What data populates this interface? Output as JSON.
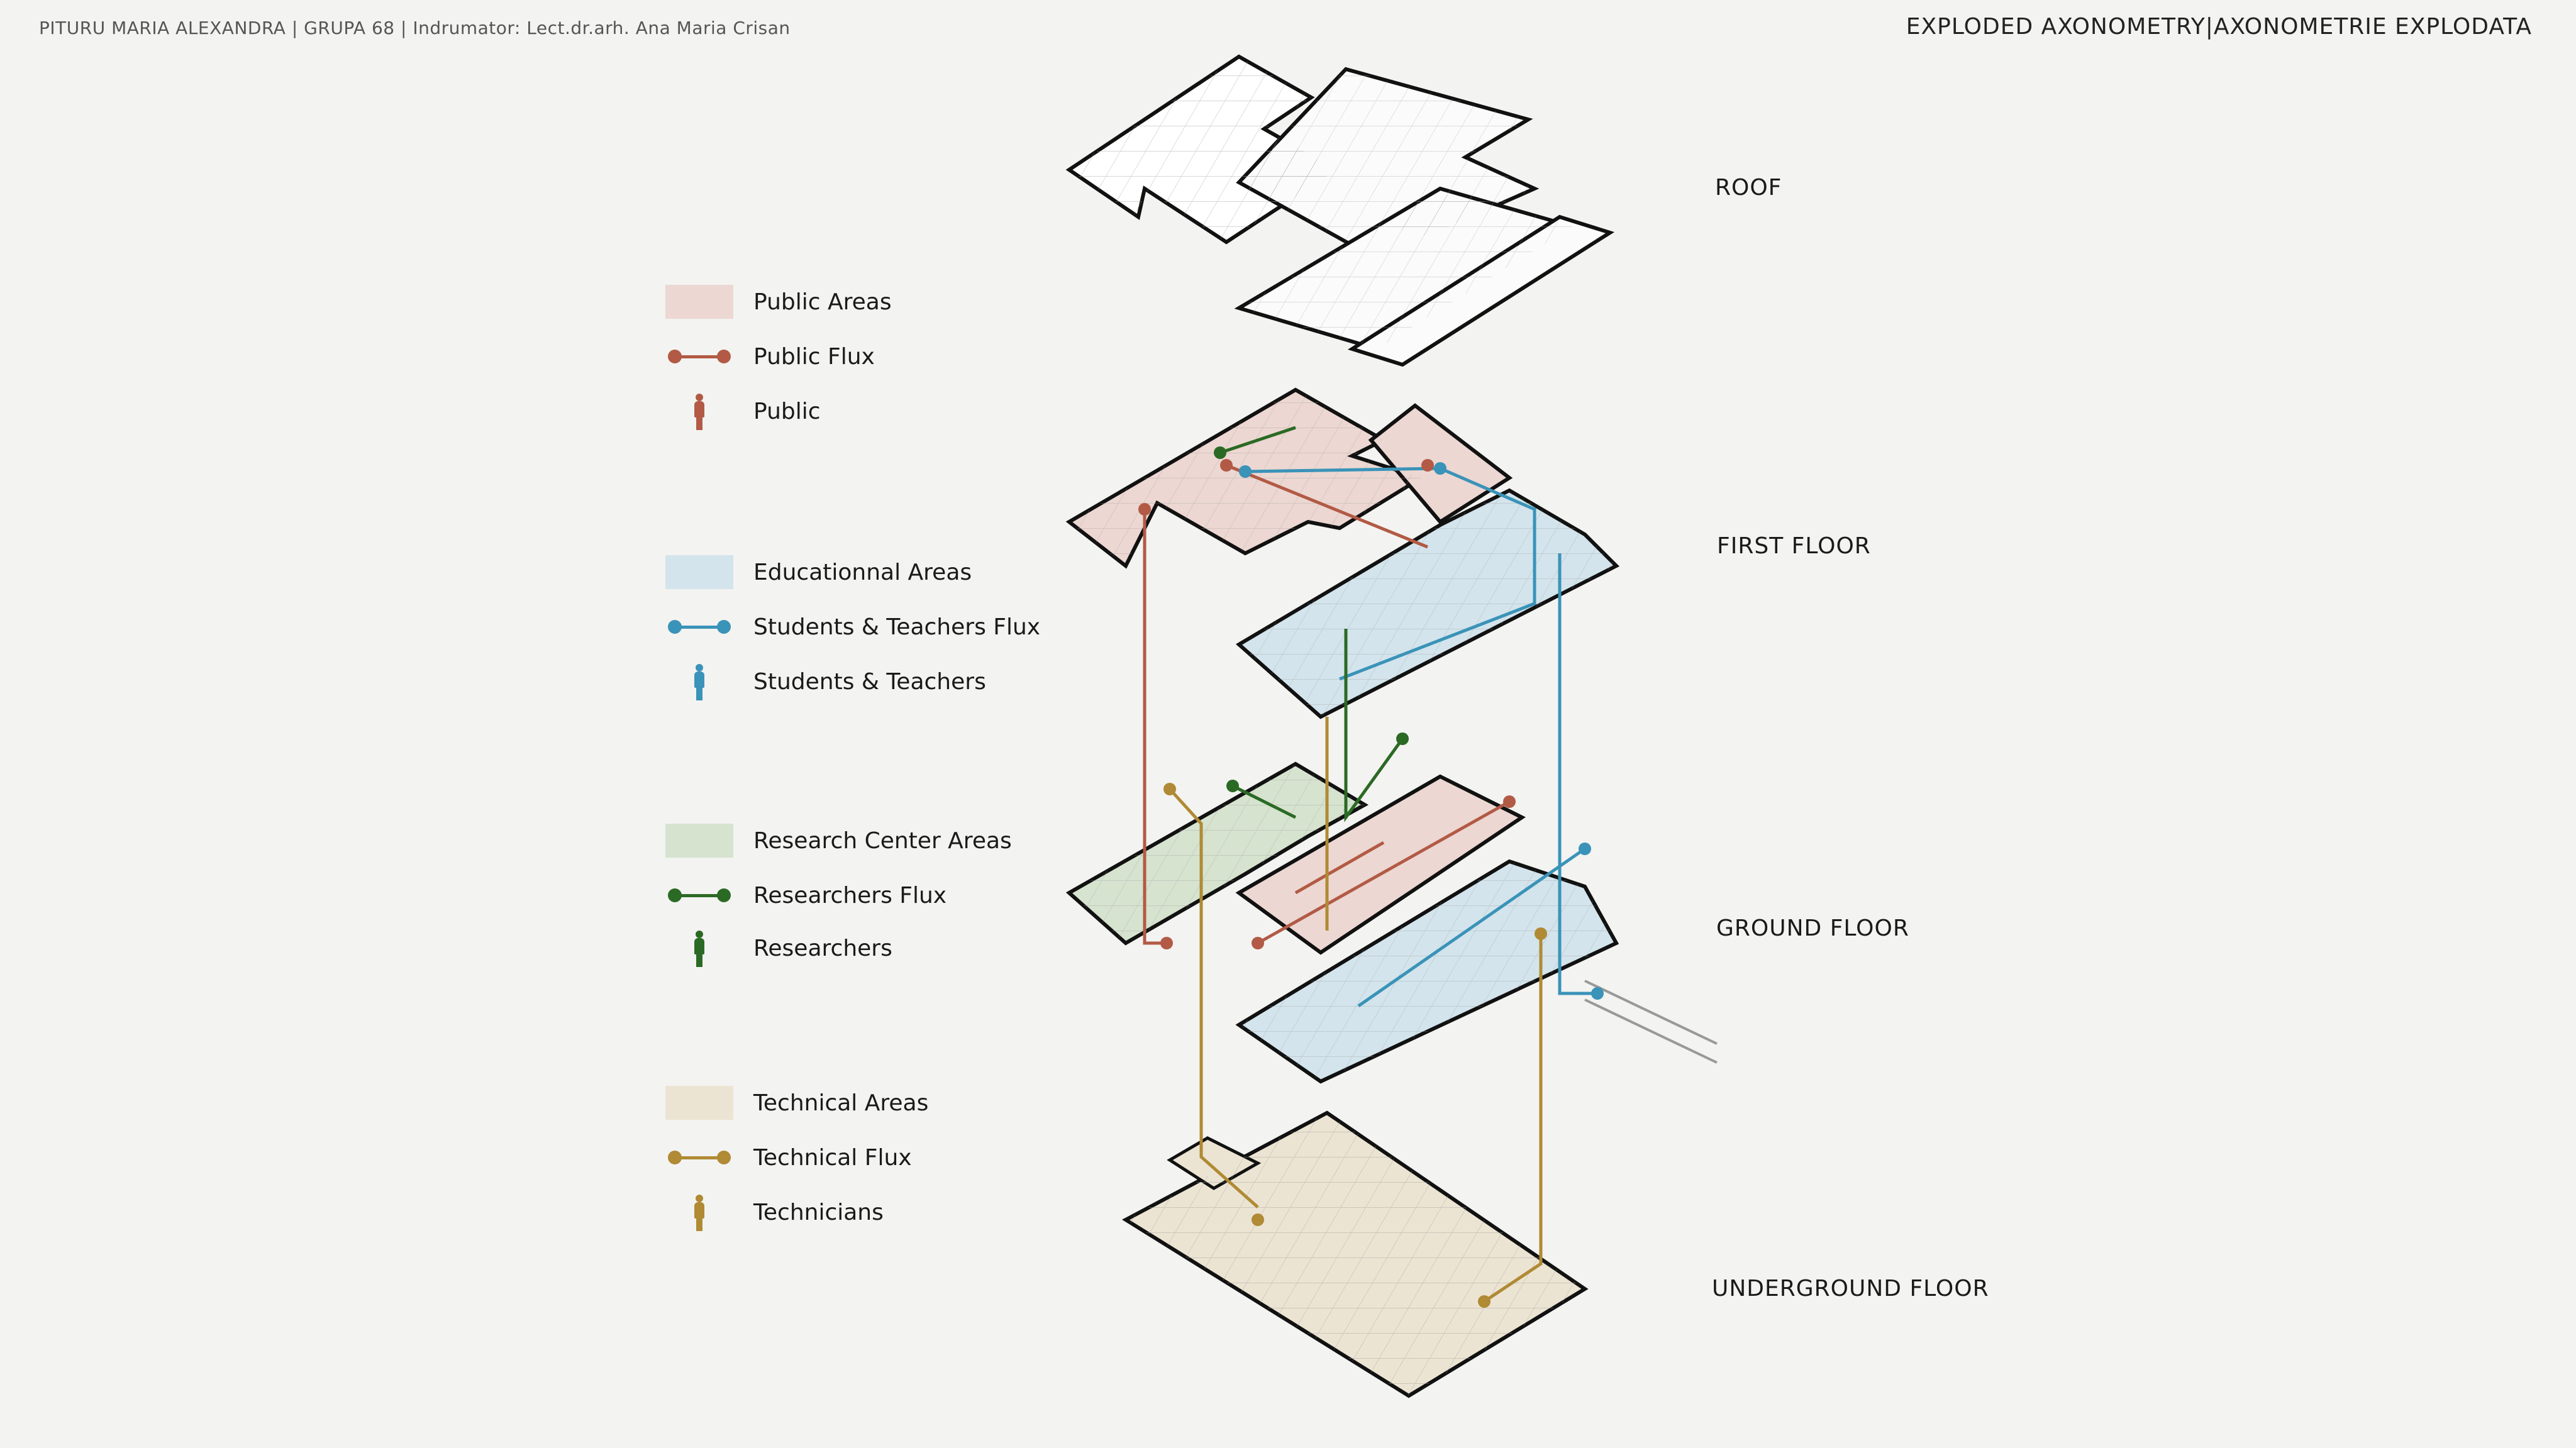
{
  "header": {
    "left": "PITURU MARIA ALEXANDRA | GRUPA 68 | Indrumator: Lect.dr.arh. Ana Maria Crisan",
    "right": "EXPLODED AXONOMETRY|AXONOMETRIE EXPLODATA"
  },
  "colors": {
    "public": "#b25a45",
    "public_fill": "#ecd7d2",
    "educational": "#3a93b8",
    "educational_fill": "#d3e4ec",
    "research": "#2b6a24",
    "research_fill": "#d6e3cf",
    "technical": "#b08a34",
    "technical_fill": "#ece4d3"
  },
  "legend": [
    {
      "type": "area",
      "label": "Public Areas",
      "color": "#ecd7d2"
    },
    {
      "type": "flux",
      "label": "Public Flux",
      "color": "#b25a45"
    },
    {
      "type": "person",
      "label": "Public",
      "color": "#b25a45"
    },
    {
      "type": "area",
      "label": "Educationnal Areas",
      "color": "#d3e4ec"
    },
    {
      "type": "flux",
      "label": "Students & Teachers Flux",
      "color": "#3a93b8"
    },
    {
      "type": "person",
      "label": "Students & Teachers",
      "color": "#3a93b8"
    },
    {
      "type": "area",
      "label": "Research Center Areas",
      "color": "#d6e3cf"
    },
    {
      "type": "flux",
      "label": "Researchers Flux",
      "color": "#2b6a24"
    },
    {
      "type": "person",
      "label": "Researchers",
      "color": "#2b6a24"
    },
    {
      "type": "area",
      "label": "Technical Areas",
      "color": "#ece4d3"
    },
    {
      "type": "flux",
      "label": "Technical Flux",
      "color": "#b08a34"
    },
    {
      "type": "person",
      "label": "Technicians",
      "color": "#b08a34"
    }
  ],
  "floors": {
    "roof": "ROOF",
    "first": "FIRST FLOOR",
    "ground": "GROUND FLOOR",
    "underground": "UNDERGROUND FLOOR"
  }
}
